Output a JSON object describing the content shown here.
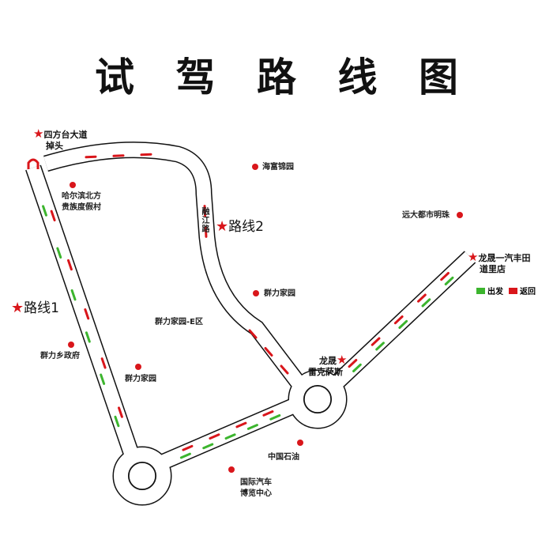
{
  "title_chars": [
    "试",
    "驾",
    "路",
    "线",
    "图"
  ],
  "labels": {
    "sifangtai_line1": "四方台大道",
    "sifangtai_line2": "掉头",
    "harbin_line1": "哈尔滨北方",
    "harbin_line2": "贵族度假村",
    "haifu": "海富锦园",
    "rongjiang": "融江路",
    "route2": "路线2",
    "yuanda": "远大都市明珠",
    "toyota_line1": "龙晟一汽丰田",
    "toyota_line2": "道里店",
    "qunli_home": "群力家园",
    "qunli_e": "群力家园-E区",
    "route1": "路线1",
    "qunli_gov": "群力乡政府",
    "qunli_home2": "群力家园",
    "lexus_line1": "龙晟",
    "lexus_line2": "雷克萨斯",
    "petrochina": "中国石油",
    "expo_line1": "国际汽车",
    "expo_line2": "博览中心"
  },
  "legend": {
    "depart": "出发",
    "return": "返回",
    "depart_color": "#3cb52e",
    "return_color": "#d9161b"
  },
  "colors": {
    "marker": "#d9161b"
  }
}
